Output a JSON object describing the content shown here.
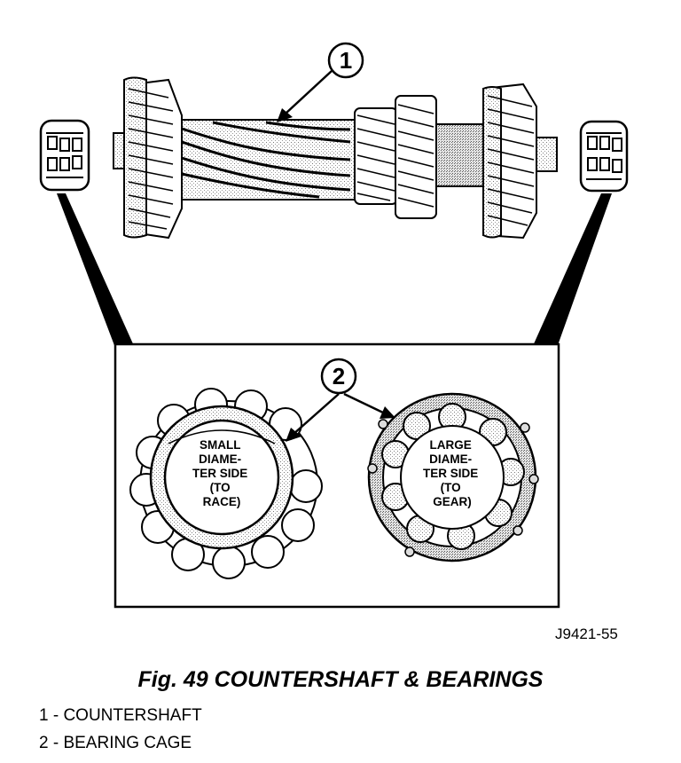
{
  "figure": {
    "callouts": [
      "1",
      "2"
    ],
    "small_bearing_text": [
      "SMALL",
      "DIAME-",
      "TER SIDE",
      "(TO",
      "RACE)"
    ],
    "large_bearing_text": [
      "LARGE",
      "DIAME-",
      "TER SIDE",
      "(TO",
      "GEAR)"
    ],
    "code": "J9421-55"
  },
  "caption": "Fig. 49 COUNTERSHAFT & BEARINGS",
  "legend": [
    "1 - COUNTERSHAFT",
    "2 - BEARING CAGE"
  ]
}
